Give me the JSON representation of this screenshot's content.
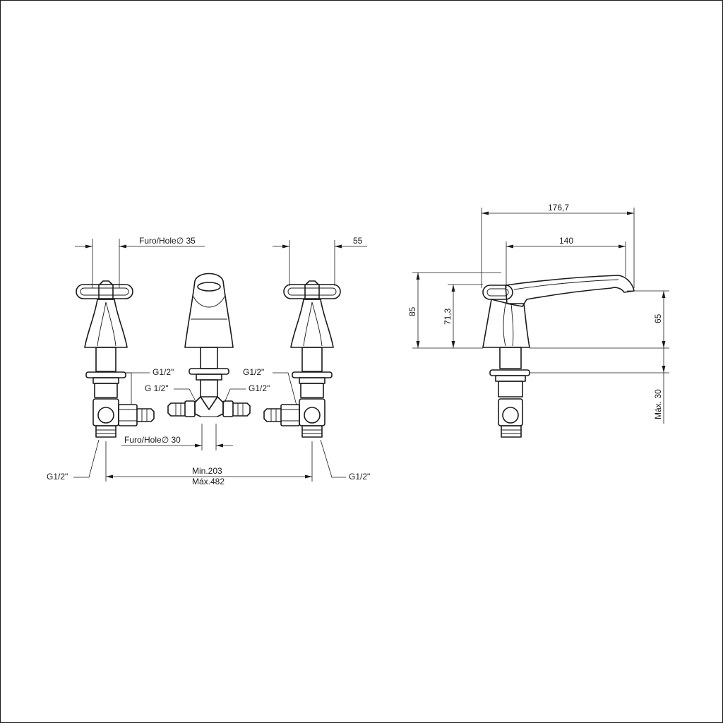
{
  "labels": {
    "hole_35": "Furo/Hole∅ 35",
    "width_55": "55",
    "hole_30": "Furo/Hole∅ 30",
    "thread_left_top": "G1/2\"",
    "thread_center_left": "G 1/2\"",
    "thread_center_right": "G1/2\"",
    "thread_right_top": "G1/2\"",
    "thread_left_bottom": "G1/2\"",
    "thread_right_bottom": "G1/2\"",
    "spacing_min": "Min.203",
    "spacing_max": "Máx.482",
    "reach_total": "176,7",
    "reach_spout": "140",
    "height_85": "85",
    "height_71": "71,3",
    "height_65": "65",
    "deck_max": "Máx. 30"
  }
}
